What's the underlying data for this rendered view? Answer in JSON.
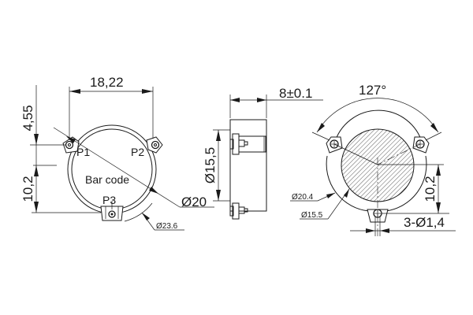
{
  "drawing": {
    "front_view": {
      "width_dim": "18,22",
      "upper_height_dim": "4,55",
      "lower_height_dim": "10,2",
      "outer_diameter_dim": "Ø20",
      "ring_diameter_dim": "Ø23.6",
      "pins": [
        "P1",
        "P2",
        "P3"
      ],
      "center_label": "Bar code"
    },
    "side_view": {
      "thickness_dim": "8±0.1",
      "inner_diameter_dim": "Ø15,5"
    },
    "rear_view": {
      "angle_dim": "127°",
      "height_dim": "10,2",
      "hole_dim": "3-Ø1,4",
      "ring_diameter_dim": "Ø20.4",
      "inner_diameter_dim": "Ø15.5"
    }
  }
}
